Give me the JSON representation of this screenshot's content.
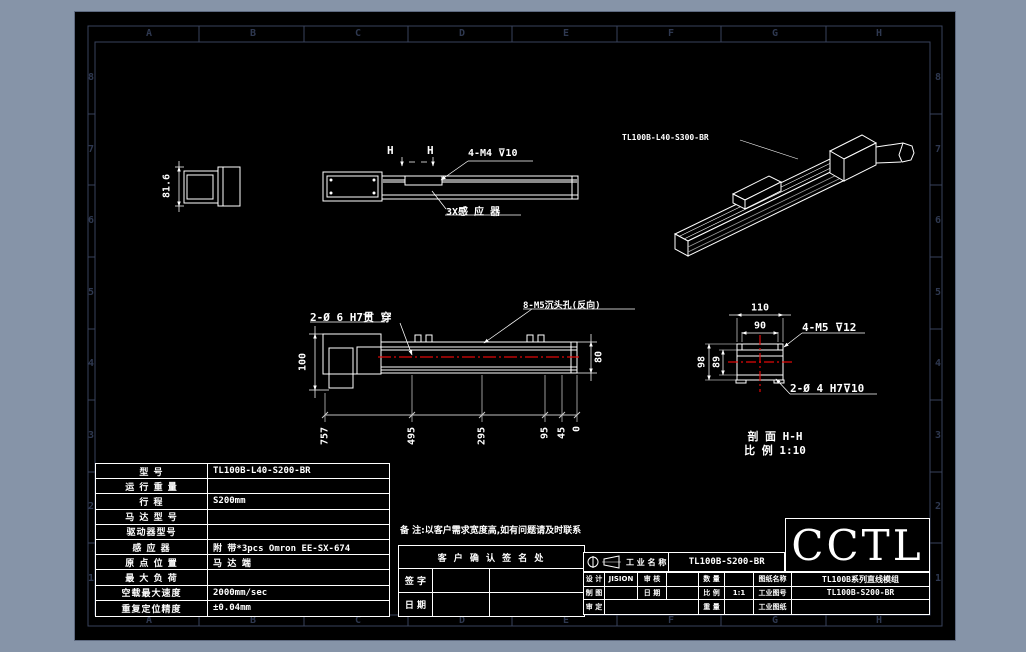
{
  "frame": {
    "cols": [
      "A",
      "B",
      "C",
      "D",
      "E",
      "F",
      "G",
      "H"
    ],
    "rows": [
      "8",
      "7",
      "6",
      "5",
      "4",
      "3",
      "2",
      "1"
    ]
  },
  "colors": {
    "margin": "#8694a8",
    "paper": "#000000",
    "line": "#ffffff",
    "centerline": "#e00808",
    "frame_ref": "#2e3850",
    "rail_fill": "#8a8a8a"
  },
  "views": {
    "end_view": {
      "height_dim": "81.6"
    },
    "side_view": {
      "section_mark_left": "H",
      "section_mark_right": "H",
      "tap_callout": "4-M4 ⊽10",
      "sensor_callout": "3X感 应 器"
    },
    "iso_view": {
      "model_label": "TL100B-L40-S300-BR"
    },
    "plan_view": {
      "through_hole_callout": "2-Ø 6 H7贯 穿",
      "counterbore_callout": "8-M5沉头孔(反向)",
      "left_dim": "100",
      "right_dim": "80",
      "ordinate_dims": [
        "757",
        "495",
        "295",
        "95",
        "45",
        "0"
      ]
    },
    "section_view": {
      "top_dim": "110",
      "inner_dim": "90",
      "tap_callout": "4-M5 ⊽12",
      "outer_height_dim": "98",
      "inner_height_dim": "89",
      "dowel_callout": "2-Ø 4 H7⊽10",
      "title": "剖 面 H-H",
      "scale": "比 例 1:10"
    }
  },
  "note": "备 注:以客户需求宽度高,如有问题请及时联系",
  "spec_table": {
    "rows": [
      {
        "label": "型  号",
        "value": "TL100B-L40-S200-BR"
      },
      {
        "label": "运 行 重 量",
        "value": ""
      },
      {
        "label": "行  程",
        "value": "S200mm"
      },
      {
        "label": "马 达 型 号",
        "value": ""
      },
      {
        "label": "驱动器型号",
        "value": ""
      },
      {
        "label": "感 应 器",
        "value": "附 带*3pcs Omron EE-SX-674"
      },
      {
        "label": "原 点 位 置",
        "value": "马 达 端"
      },
      {
        "label": "最 大 负 荷",
        "value": ""
      },
      {
        "label": "空载最大速度",
        "value": "2000mm/sec"
      },
      {
        "label": "重复定位精度",
        "value": "±0.04mm"
      }
    ]
  },
  "customer_block": {
    "title": "客 户 确 认 签 名 处",
    "sign_label": "签 字",
    "date_label": "日 期"
  },
  "title_block": {
    "logo": "CCTL",
    "name_label": "工 业 名 称",
    "name_value": "TL100B-S200-BR",
    "grid": {
      "rows": [
        {
          "c1": "设 计",
          "c2": "JISION",
          "c3": "审 核",
          "c4": "",
          "c5": "数 量",
          "c6": "",
          "c7": "图纸名称",
          "c8": "TL100B系列直线模组"
        },
        {
          "c1": "制 图",
          "c2": "",
          "c3": "日 期",
          "c4": "",
          "c5": "比 例",
          "c6": "1:1",
          "c7": "工业图号",
          "c8": "TL100B-S200-BR"
        },
        {
          "c1": "审 定",
          "c2": "",
          "c5": "重 量",
          "c6": "",
          "c7": "工业图纸",
          "c8": ""
        }
      ]
    }
  }
}
